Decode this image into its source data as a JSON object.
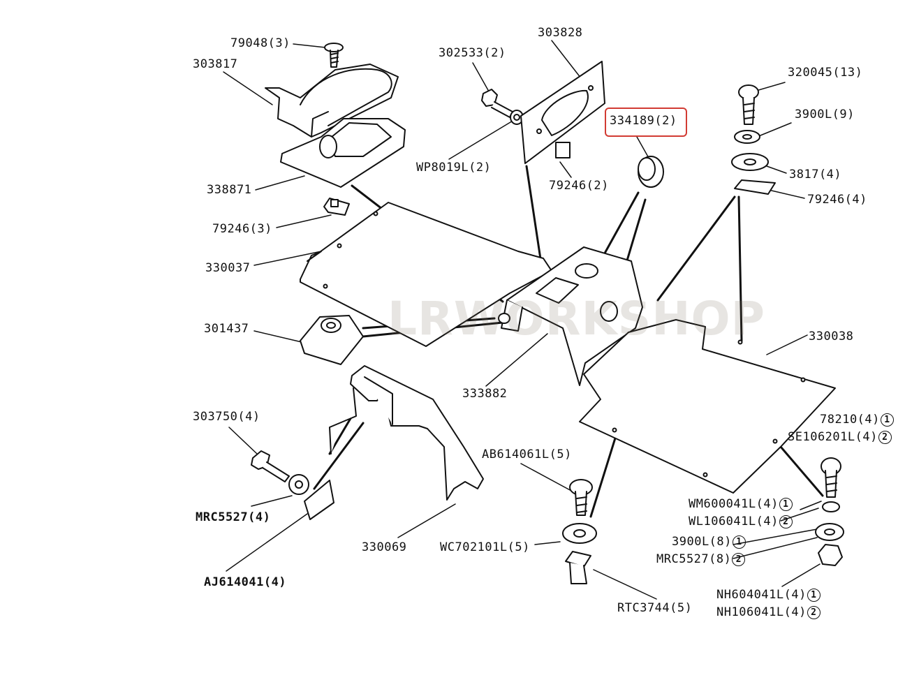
{
  "watermark": "LRWORKSHOP",
  "highlight": {
    "part": "334189(2)",
    "color": "#d23b33"
  },
  "labels": {
    "p79048": "79048(3)",
    "p303817": "303817",
    "p302533": "302533(2)",
    "p303828": "303828",
    "p334189": "334189(2)",
    "p320045": "320045(13)",
    "p3900l9": "3900L(9)",
    "pwp8019l": "WP8019L(2)",
    "p3817": "3817(4)",
    "p79246a": "79246(2)",
    "p338871": "338871",
    "p79246b": "79246(4)",
    "p79246c": "79246(3)",
    "p330037": "330037",
    "p301437": "301437",
    "p330038": "330038",
    "p333882": "333882",
    "p303750": "303750(4)",
    "p78210": "78210(4)",
    "pse106201l": "SE106201L(4)",
    "pab614061l": "AB614061L(5)",
    "pwm600041l": "WM600041L(4)",
    "pwl106041l": "WL106041L(4)",
    "pmrc5527a": "MRC5527(4)",
    "p330069": "330069",
    "pwc702101l": "WC702101L(5)",
    "p3900l8": "3900L(8)",
    "pmrc5527b": "MRC5527(8)",
    "paj614041": "AJ614041(4)",
    "pnh604041l": "NH604041L(4)",
    "pnh106041l": "NH106041L(4)",
    "prtc3744": "RTC3744(5)"
  },
  "circles": {
    "one": "1",
    "two": "2"
  }
}
